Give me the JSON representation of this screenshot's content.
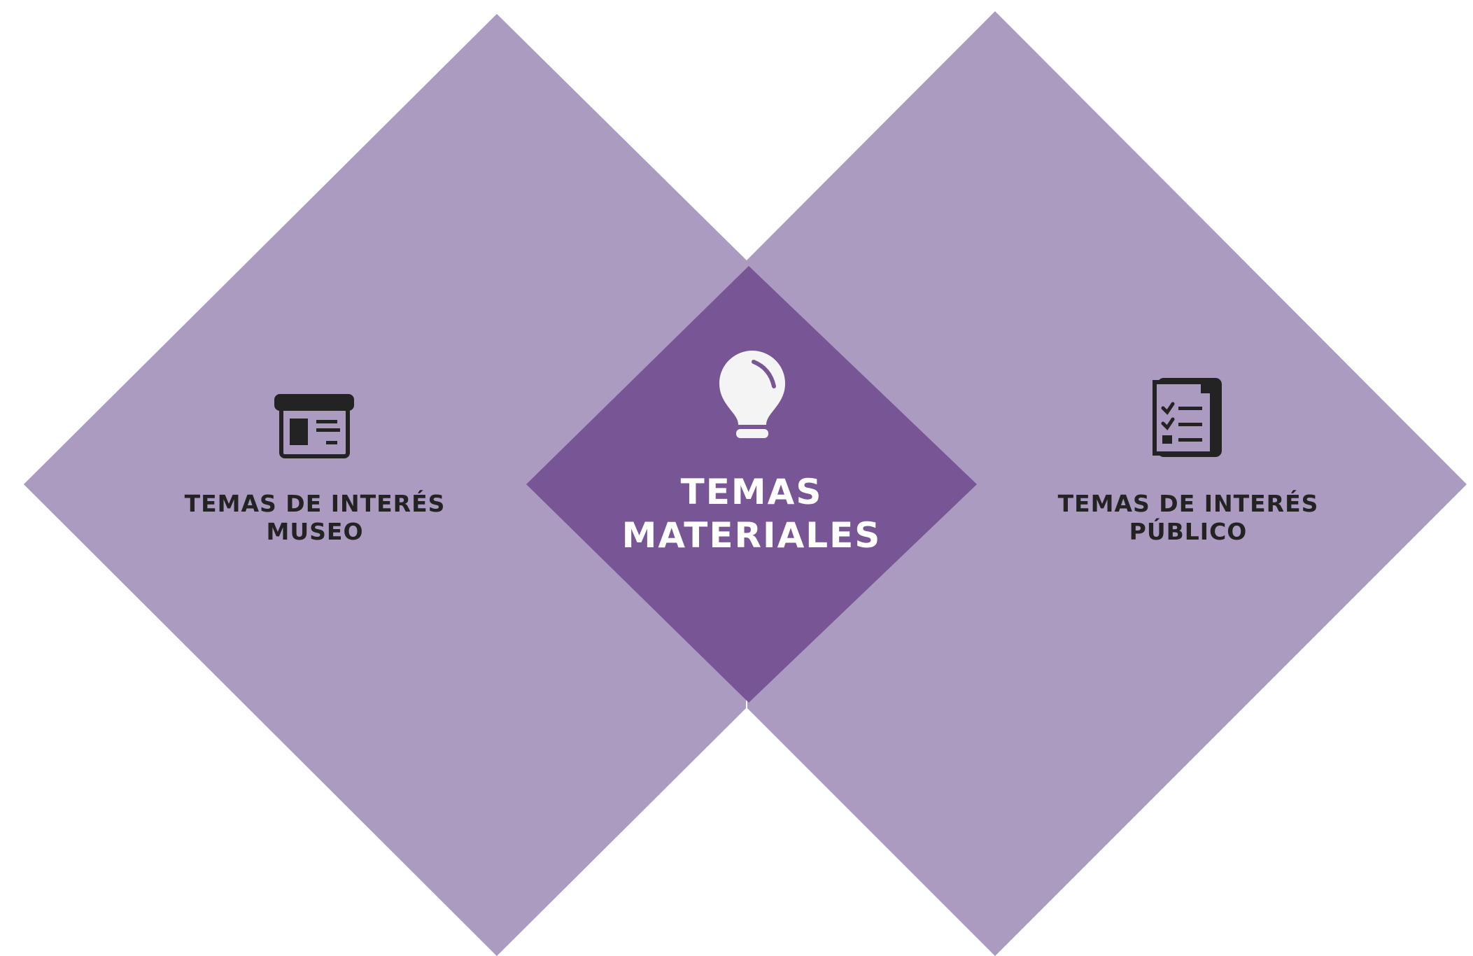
{
  "colors": {
    "outer_diamond": "#ac9bc1",
    "center_diamond": "#785594",
    "icon_dark": "#232323",
    "icon_light": "#f4f4f4",
    "center_text": "#ffffff",
    "side_text": "#232323"
  },
  "left": {
    "line1": "TEMAS DE INTERÉS",
    "line2": "MUSEO",
    "icon": "museum-panel-icon"
  },
  "center": {
    "line1": "TEMAS",
    "line2": "MATERIALES",
    "icon": "lightbulb-icon"
  },
  "right": {
    "line1": "TEMAS DE INTERÉS",
    "line2": "PÚBLICO",
    "icon": "checklist-icon"
  }
}
